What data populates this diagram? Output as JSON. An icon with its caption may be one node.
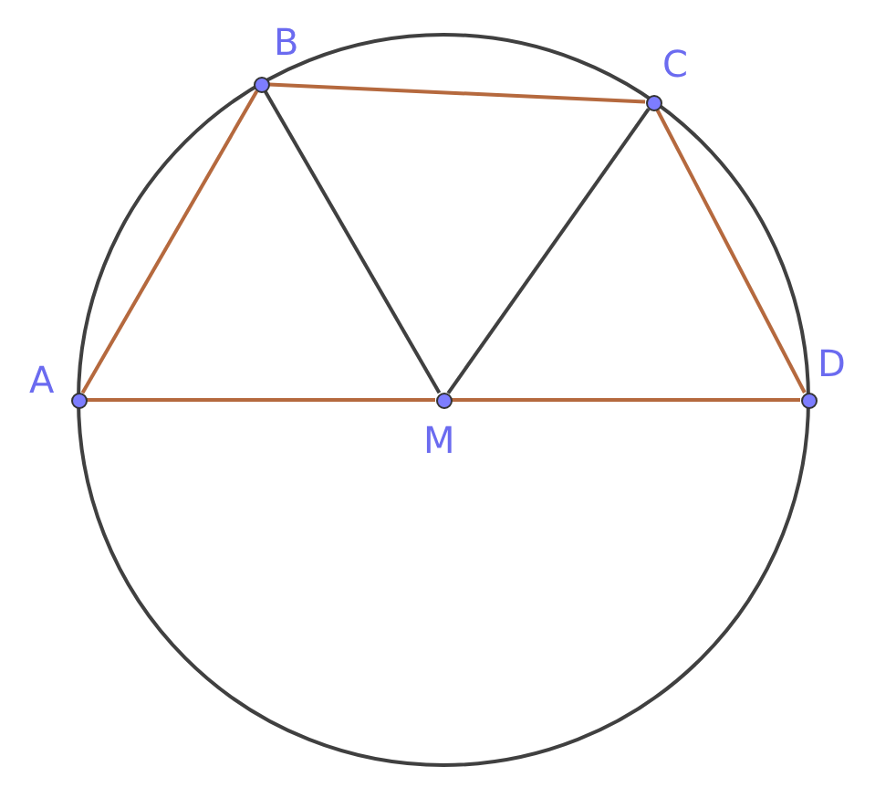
{
  "diagram": {
    "nodes": [
      {
        "text": [],
        "shape": "circle",
        "beside": [
          "A"
        ]
      },
      {
        "text": [],
        "shape": "circle",
        "beside": [
          "B"
        ]
      },
      {
        "text": [],
        "shape": "circle",
        "beside": [
          "C"
        ]
      },
      {
        "text": [],
        "shape": "circle",
        "beside": [
          "D"
        ]
      },
      {
        "text": [],
        "shape": "circle",
        "beside": [
          "M"
        ]
      }
    ],
    "edges": [
      {
        "from": 0,
        "to": 1,
        "arrow": "none"
      },
      {
        "from": 1,
        "to": 2,
        "arrow": "none"
      },
      {
        "from": 2,
        "to": 3,
        "arrow": "none"
      },
      {
        "from": 0,
        "to": 4,
        "arrow": "none"
      },
      {
        "from": 4,
        "to": 3,
        "arrow": "none"
      },
      {
        "from": 1,
        "to": 4,
        "arrow": "none",
        "color": "#404040"
      },
      {
        "from": 2,
        "to": 4,
        "arrow": "none",
        "color": "#404040"
      }
    ]
  }
}
